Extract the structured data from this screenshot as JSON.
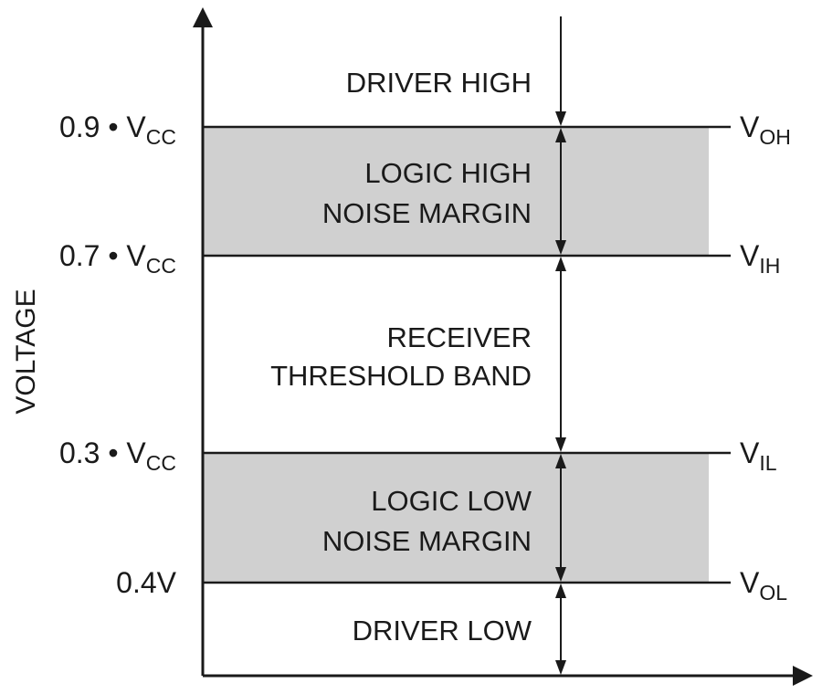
{
  "axis": {
    "y_label": "VOLTAGE"
  },
  "levels": [
    {
      "id": "voh",
      "left_value": "0.9",
      "left_bullet": "•",
      "left_base": "V",
      "left_sub": "CC",
      "right_base": "V",
      "right_sub": "OH"
    },
    {
      "id": "vih",
      "left_value": "0.7",
      "left_bullet": "•",
      "left_base": "V",
      "left_sub": "CC",
      "right_base": "V",
      "right_sub": "IH"
    },
    {
      "id": "vil",
      "left_value": "0.3",
      "left_bullet": "•",
      "left_base": "V",
      "left_sub": "CC",
      "right_base": "V",
      "right_sub": "IL"
    },
    {
      "id": "vol",
      "left_value": "0.4V",
      "left_bullet": "",
      "left_base": "",
      "left_sub": "",
      "right_base": "V",
      "right_sub": "OL"
    }
  ],
  "regions": [
    {
      "id": "driver-high",
      "lines": [
        "DRIVER HIGH"
      ],
      "shaded": false
    },
    {
      "id": "logic-high-noise-margin",
      "lines": [
        "LOGIC HIGH",
        "NOISE MARGIN"
      ],
      "shaded": true
    },
    {
      "id": "receiver-threshold-band",
      "lines": [
        "RECEIVER",
        "THRESHOLD BAND"
      ],
      "shaded": false
    },
    {
      "id": "logic-low-noise-margin",
      "lines": [
        "LOGIC LOW",
        "NOISE MARGIN"
      ],
      "shaded": true
    },
    {
      "id": "driver-low",
      "lines": [
        "DRIVER LOW"
      ],
      "shaded": false
    }
  ],
  "colors": {
    "band_fill": "#d0d0d0",
    "line": "#1a1a1a"
  }
}
